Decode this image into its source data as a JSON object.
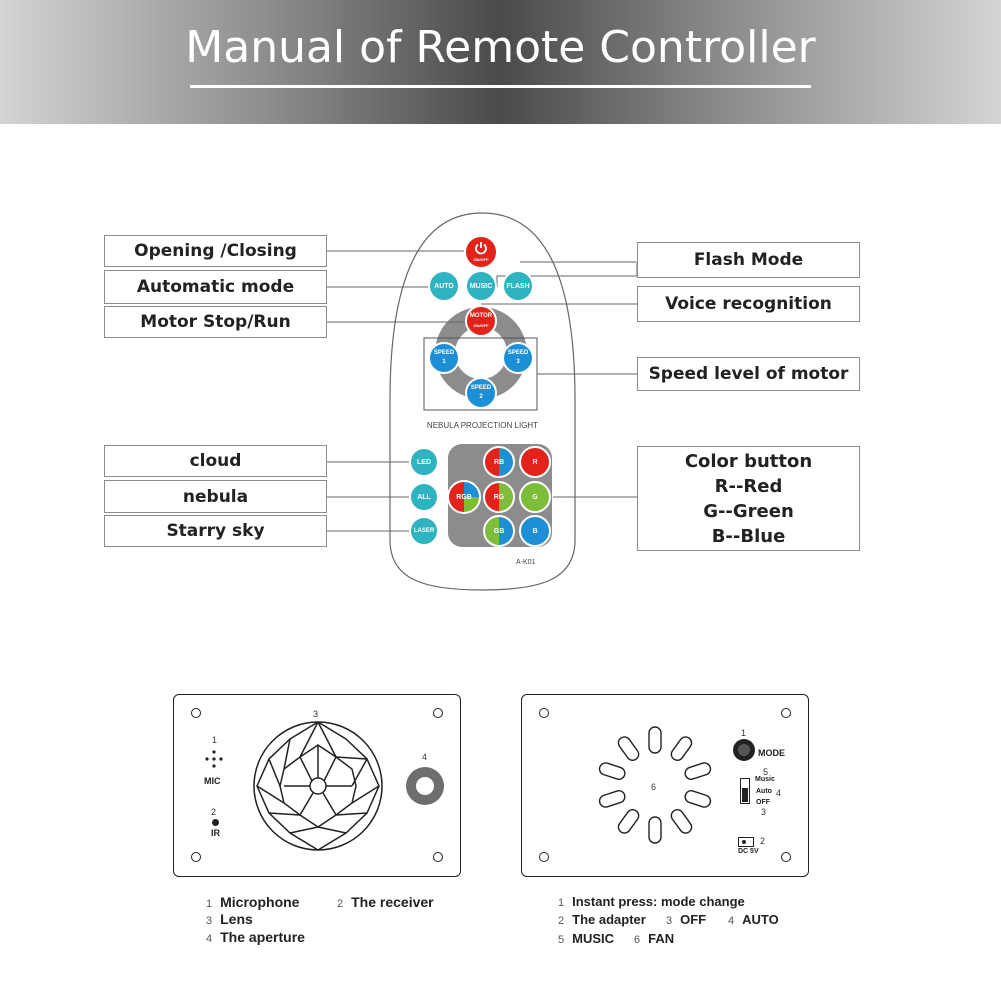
{
  "header": {
    "title": "Manual of Remote Controller"
  },
  "callouts": {
    "open_close": "Opening /Closing",
    "auto_mode": "Automatic mode",
    "motor_stop_run": "Motor Stop/Run",
    "flash_mode": "Flash Mode",
    "voice": "Voice recognition",
    "speed_level": "Speed level of motor",
    "cloud": "cloud",
    "nebula": "nebula",
    "starry": "Starry sky",
    "color_title": "Color button",
    "color_r": "R--Red",
    "color_g": "G--Green",
    "color_b": "B--Blue"
  },
  "remote": {
    "power_label": "ON/OFF",
    "auto": "AUTO",
    "music": "MUSIC",
    "flash": "FLASH",
    "motor": "MOTOR",
    "motor_sub": "ON/OFF",
    "speed1": "SPEED",
    "speed1_n": "1",
    "speed2": "SPEED",
    "speed2_n": "2",
    "speed3": "SPEED",
    "speed3_n": "3",
    "caption": "NEBULA PROJECTION LIGHT",
    "led": "LED",
    "all": "ALL",
    "laser": "LASER",
    "rgb": "RGB",
    "rb": "RB",
    "r": "R",
    "rg": "RG",
    "g": "G",
    "gb": "GB",
    "b": "B",
    "model": "A-K01"
  },
  "front_panel": {
    "n1": "1",
    "mic": "MIC",
    "n2": "2",
    "ir": "IR",
    "n3": "3",
    "n4": "4"
  },
  "back_panel": {
    "n1": "1",
    "mode": "MODE",
    "n5": "5",
    "music": "Music",
    "auto": "Auto",
    "n4": "4",
    "off": "OFF",
    "n3": "3",
    "n6": "6",
    "n2": "2",
    "dc": "DC 5V"
  },
  "front_legend": {
    "n1": "1",
    "microphone": "Microphone",
    "n2": "2",
    "receiver": "The receiver",
    "n3": "3",
    "lens": "Lens",
    "n4": "4",
    "aperture": "The aperture"
  },
  "back_legend": {
    "n1": "1",
    "instant": "Instant press: mode change",
    "n2": "2",
    "adapter": "The adapter",
    "n3": "3",
    "off": "OFF",
    "n4": "4",
    "auto": "AUTO",
    "n5": "5",
    "music": "MUSIC",
    "n6": "6",
    "fan": "FAN"
  },
  "colors": {
    "teal": "#2fb3c0",
    "blue": "#1d8fd6",
    "red": "#e2231a",
    "green": "#7dbd3a",
    "ring": "#8c8c8c"
  }
}
